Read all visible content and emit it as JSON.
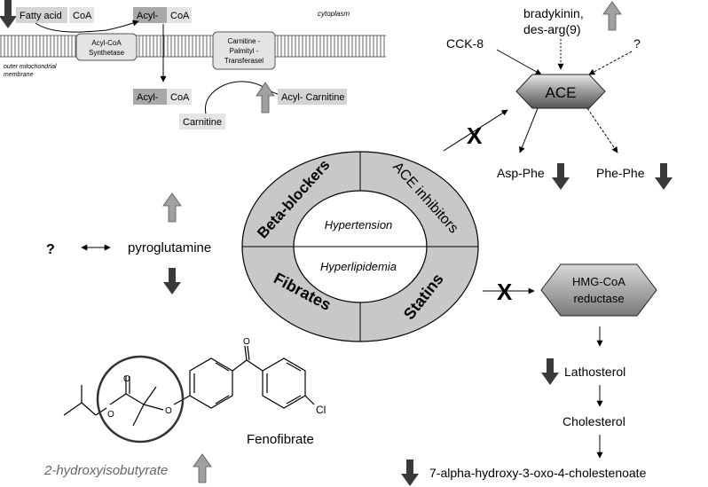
{
  "membrane": {
    "fatty_acid": "Fatty acid",
    "coa_top": "CoA",
    "acyl_top": "Acyl-",
    "coa_top2": "CoA",
    "cytoplasm": "cytoplasm",
    "outer_membrane_line1": "outer mitochondrial",
    "outer_membrane_line2": "membrane",
    "synthetase_line1": "Acyl-CoA",
    "synthetase_line2": "Synthetase",
    "transferase_line1": "Carnitine -",
    "transferase_line2": "Palmityl -",
    "transferase_line3": "Transferasel",
    "acyl_bottom": "Acyl-",
    "coa_bottom": "CoA",
    "carnitine": "Carnitine",
    "acyl_carnitine": "Acyl- Carnitine"
  },
  "ace": {
    "bradykinin_line1": "bradykinin,",
    "bradykinin_line2": "des-arg(9)",
    "cck8": "CCK-8",
    "question": "?",
    "label": "ACE",
    "asp_phe": "Asp-Phe",
    "phe_phe": "Phe-Phe"
  },
  "wheel": {
    "beta_blockers": "Beta-blockers",
    "ace_inhibitors": "ACE inhibitors",
    "fibrates": "Fibrates",
    "statins": "Statins",
    "hypertension": "Hypertension",
    "hyperlipidemia": "Hyperlipidemia"
  },
  "pyroglutamine": {
    "question": "?",
    "label": "pyroglutamine"
  },
  "hmg": {
    "line1": "HMG-CoA",
    "line2": "reductase",
    "lathosterol": "Lathosterol",
    "cholesterol": "Cholesterol",
    "cholestenoate": "7-alpha-hydroxy-3-oxo-4-cholestenoate"
  },
  "fenofibrate": {
    "name": "Fenofibrate",
    "chlorine": "Cl",
    "metabolite": "2-hydroxyisobutyrate"
  },
  "colors": {
    "dark_arrow": "#3a3a3a",
    "light_arrow": "#a0a0a0",
    "wheel_fill": "#c8c8c8",
    "box_fill": "#d4d4d4"
  }
}
